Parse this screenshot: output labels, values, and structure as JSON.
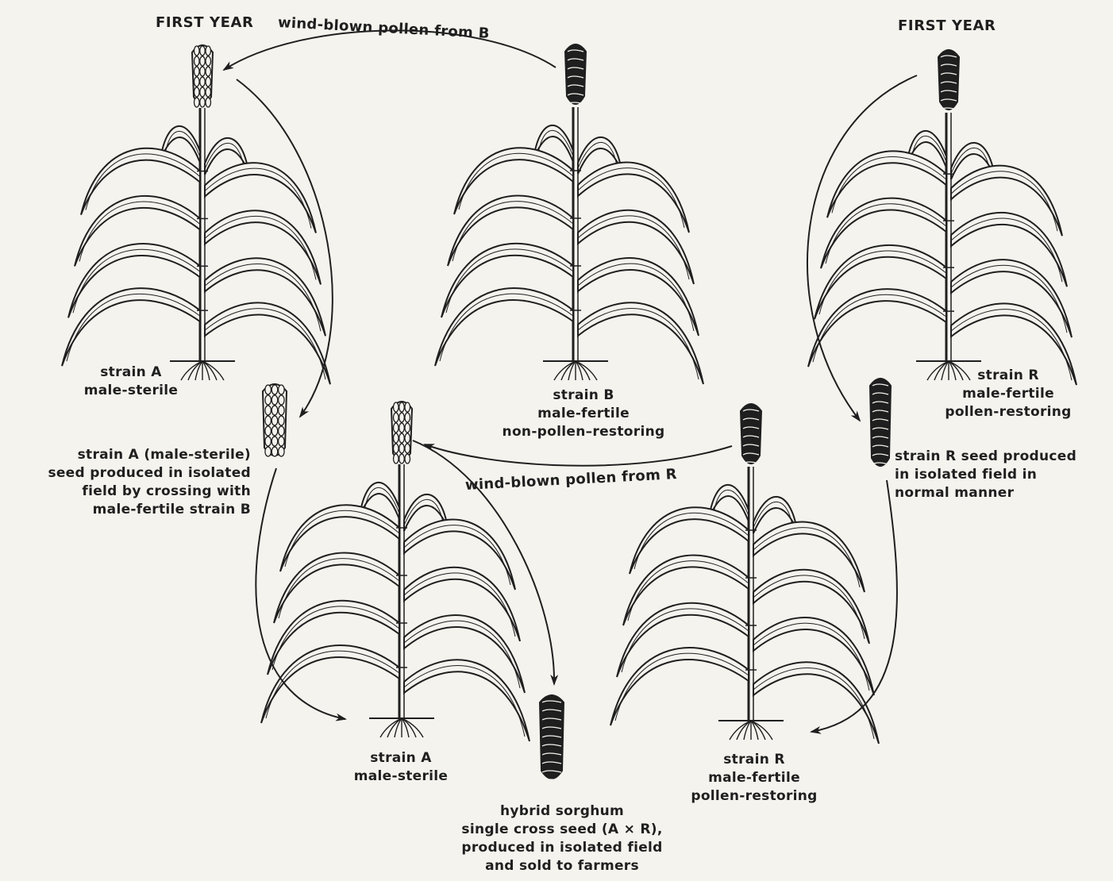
{
  "headings": {
    "first_year_left": "FIRST YEAR",
    "first_year_right": "FIRST YEAR"
  },
  "arrows": {
    "pollen_from_b": "wind-blown pollen from B",
    "pollen_from_r": "wind-blown pollen from R"
  },
  "plants": {
    "a_top": {
      "name": "strain A",
      "trait": "male-sterile"
    },
    "b_top": {
      "name": "strain B",
      "trait1": "male-fertile",
      "trait2": "non-pollen–restoring"
    },
    "r_top": {
      "name": "strain R",
      "trait1": "male-fertile",
      "trait2": "pollen-restoring"
    },
    "a_bottom": {
      "name": "strain A",
      "trait": "male-sterile"
    },
    "r_bottom": {
      "name": "strain R",
      "trait1": "male-fertile",
      "trait2": "pollen-restoring"
    }
  },
  "notes": {
    "a_seed": [
      "strain A (male-sterile)",
      "seed produced in isolated",
      "field by crossing with",
      "male-fertile strain B"
    ],
    "r_seed": [
      "strain R seed produced",
      "in isolated field in",
      "normal manner"
    ],
    "hybrid": [
      "hybrid sorghum",
      "single cross seed (A × R),",
      "produced in isolated field",
      "and sold to farmers"
    ]
  },
  "colors": {
    "ink": "#1f1f1f",
    "paper": "#f4f3ee"
  }
}
